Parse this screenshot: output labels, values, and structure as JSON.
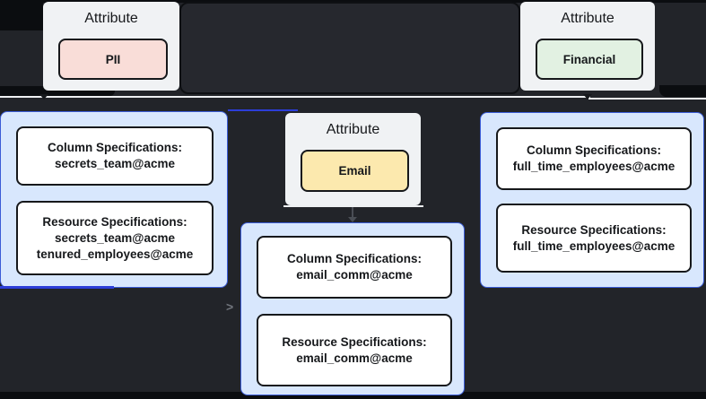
{
  "diagram": {
    "attribute_label": "Attribute",
    "attributes": [
      {
        "name": "PII"
      },
      {
        "name": "Email"
      },
      {
        "name": "Financial"
      }
    ],
    "spec_groups": [
      {
        "attribute": "PII",
        "boxes": [
          {
            "lines": [
              "Column Specifications:",
              "secrets_team@acme"
            ]
          },
          {
            "lines": [
              "Resource Specifications:",
              "secrets_team@acme",
              "tenured_employees@acme"
            ]
          }
        ]
      },
      {
        "attribute": "Email",
        "boxes": [
          {
            "lines": [
              "Column Specifications:",
              "email_comm@acme"
            ]
          },
          {
            "lines": [
              "Resource Specifications:",
              "email_comm@acme"
            ]
          }
        ]
      },
      {
        "attribute": "Financial",
        "boxes": [
          {
            "lines": [
              "Column Specifications:",
              "full_time_employees@acme"
            ]
          },
          {
            "lines": [
              "Resource Specifications:",
              "full_time_employees@acme"
            ]
          }
        ]
      }
    ],
    "connector_chevron": ">",
    "colors": {
      "background": "#222429",
      "pii_fill": "#f9ddd8",
      "email_fill": "#fce9ae",
      "financial_fill": "#e2f1e2",
      "attribute_card_fill": "#f0f2f4",
      "spec_group_fill": "#d8e7fd",
      "spec_group_border": "#3b5cd7",
      "edge_blue": "#2c3ed8",
      "edge_light": "#eef0f2"
    }
  }
}
